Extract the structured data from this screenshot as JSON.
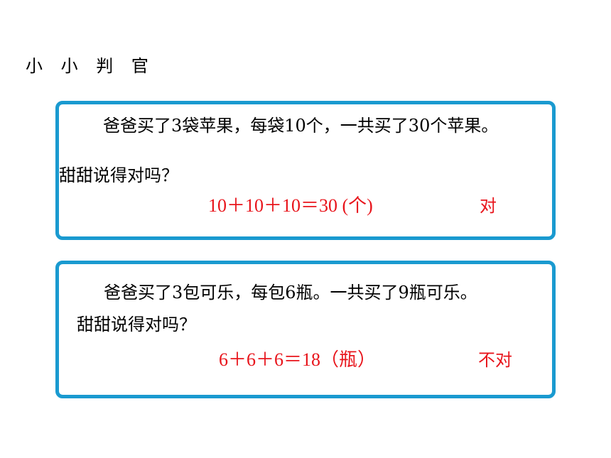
{
  "page": {
    "heading": "小 小 判 官"
  },
  "problems": [
    {
      "statement": "爸爸买了3袋苹果，每袋10个，一共买了30个苹果。",
      "question": "甜甜说得对吗？",
      "formula": "10＋10＋10＝30 (个)",
      "verdict": "对"
    },
    {
      "statement": "爸爸买了3包可乐，每包6瓶。一共买了9瓶可乐。",
      "question": "甜甜说得对吗？",
      "formula": "6＋6＋6＝18（瓶）",
      "verdict": "不对"
    }
  ],
  "colors": {
    "border": "#1a9ad0",
    "answer": "#e8141b",
    "text": "#000000"
  }
}
